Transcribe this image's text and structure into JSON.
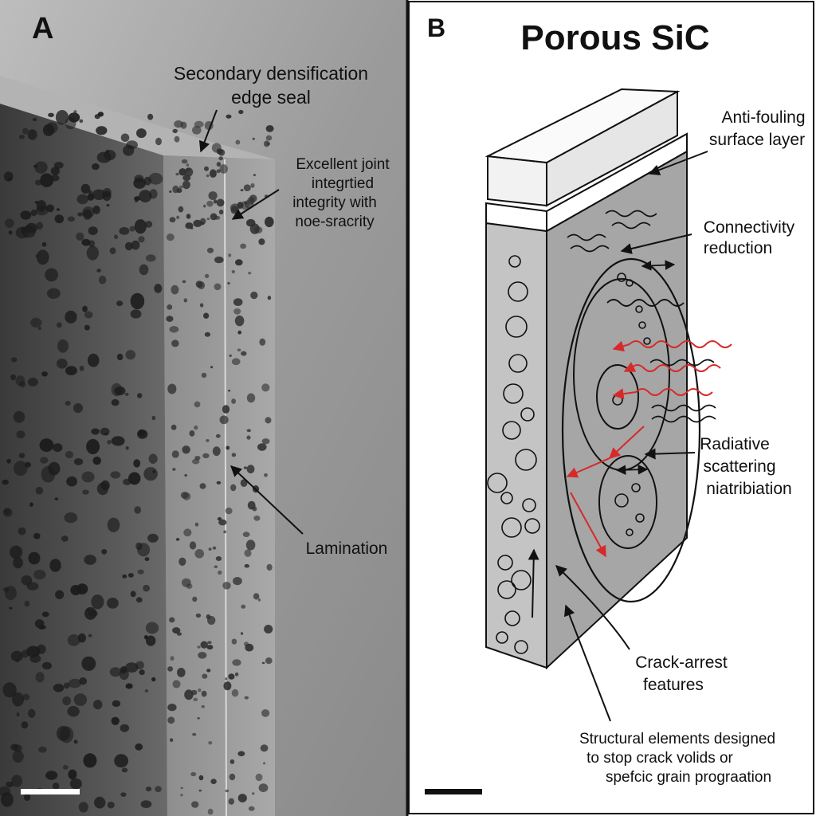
{
  "panel_a": {
    "letter": "A",
    "labels": {
      "edge_seal_line1": "Secondary densification",
      "edge_seal_line2": "edge seal",
      "joint_line1": "Excellent joint",
      "joint_line2": "integrtied",
      "joint_line3": "integrity with",
      "joint_line4": "noe-sracrity",
      "lamination": "Lamination"
    }
  },
  "panel_b": {
    "letter": "B",
    "title": "Porous SiC",
    "labels": {
      "anti_fouling_line1": "Anti-fouling",
      "anti_fouling_line2": "surface layer",
      "connectivity_line1": "Connectivity",
      "connectivity_line2": "reduction",
      "radiative_line1": "Radiative",
      "radiative_line2": "scattering",
      "radiative_line3": "niatribiation",
      "crack_arrest_line1": "Crack-arrest",
      "crack_arrest_line2": "features",
      "structural_line1": "Structural elements designed",
      "structural_line2": "to stop crack volids or",
      "structural_line3": "spefcic grain prograation"
    }
  },
  "colors": {
    "background_a": "#9a9a9a",
    "sample_dark": "#505050",
    "sample_light": "#9c9c9c",
    "block_face": "#c3c3c3",
    "block_side": "#a9a9a9",
    "accent_red": "#d62a2a",
    "ink": "#111111"
  }
}
